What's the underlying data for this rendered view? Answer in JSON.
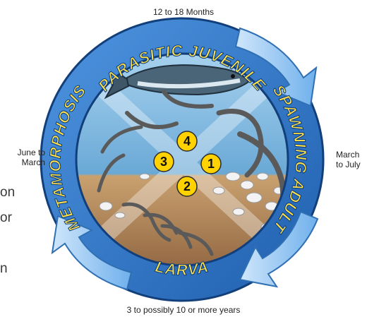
{
  "captions": {
    "top": "12 to 18 Months",
    "bottom": "3 to possibly 10 or more years",
    "left": [
      "June to",
      "March"
    ],
    "right": [
      "March",
      "to July"
    ]
  },
  "stages": {
    "parasitic_juvenile": "PARASITIC JUVENILE",
    "spawning_adult": "SPAWNING ADULT",
    "larva": "LARVA",
    "metamorphosis": "METAMORPHOSIS"
  },
  "numbers": [
    "1",
    "2",
    "3",
    "4"
  ],
  "fragments": [
    "on",
    "or",
    "n"
  ],
  "colors": {
    "ring_blue": "#2a73c6",
    "label_yellow": "#ffe04a",
    "number_fill": "#ffd200",
    "water": "#7fb7de",
    "sediment": "#b8895c"
  }
}
